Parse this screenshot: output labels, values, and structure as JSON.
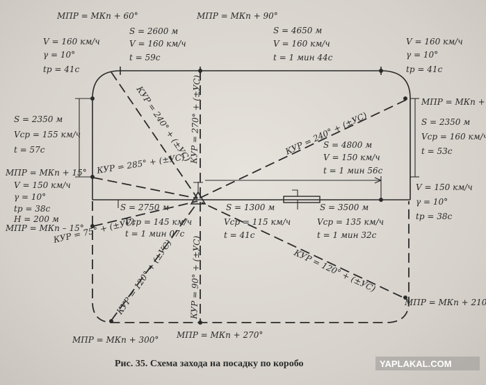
{
  "figure": {
    "caption": "Рис. 35. Схема захода на посадку по коробо",
    "watermark": "YAPLAKAL.COM"
  },
  "labels": {
    "mpr_top_left": "МПР = МКп + 60°",
    "mpr_top_center": "МПР = МКп + 90°",
    "mpr_top_right": "МПР = МКп +",
    "mpr_left_mid": "МПР = МКп + 15°",
    "mpr_left_low": "МПР = МКп – 15°",
    "mpr_bottom_left": "МПР = МКп + 300°",
    "mpr_bottom_center": "МПР = МКп + 270°",
    "mpr_bottom_right": "МПР = МКп + 210°",
    "tl_corner": [
      "V = 160 км/ч",
      "γ = 10°",
      "tр = 41с"
    ],
    "tr_corner": [
      "V = 160 км/ч",
      "γ = 10°",
      "tр = 41с"
    ],
    "top_seg1": [
      "S = 2600 м",
      "V = 160 км/ч",
      "t = 59с"
    ],
    "top_seg2": [
      "S = 4650 м",
      "V = 160 км/ч",
      "t = 1 мин 44с"
    ],
    "left_side": [
      "S = 2350 м",
      "Vср = 155 км/ч",
      "t = 57с"
    ],
    "right_side": [
      "S = 2350 м",
      "Vср = 160 км/ч",
      "t = 53с"
    ],
    "left_turn": [
      "V = 150 км/ч",
      "γ = 10°",
      "tр = 38с",
      "H = 200 м"
    ],
    "right_turn": [
      "V = 150 км/ч",
      "γ = 10°",
      "tр = 38с"
    ],
    "diag_seg": [
      "S = 4800 м",
      "V = 150 км/ч",
      "t = 1 мин 56с"
    ],
    "runway_left": [
      "S = 2750 м",
      "Vср = 145 км/ч",
      "t = 1 мин 07с"
    ],
    "runway_mid": [
      "S = 1300 м",
      "Vср = 115 км/ч",
      "t = 41с"
    ],
    "runway_right": [
      "S = 3500 м",
      "Vср = 135 км/ч",
      "t = 1 мин 32с"
    ],
    "kur_240_left": "КУР = 240° + (±УС)",
    "kur_270": "КУР = 270° + (±УС)",
    "kur_240_right": "КУР = 240° + (±УС)",
    "kur_285": "КУР = 285° + (±УС)",
    "kur_75": "КУР = 75° + (±УС)",
    "kur_120_left": "КУР = 120° + (±УС)",
    "kur_90": "КУР = 90° + (±УС)",
    "kur_120_right": "КУР = 120° + (±УС)"
  }
}
